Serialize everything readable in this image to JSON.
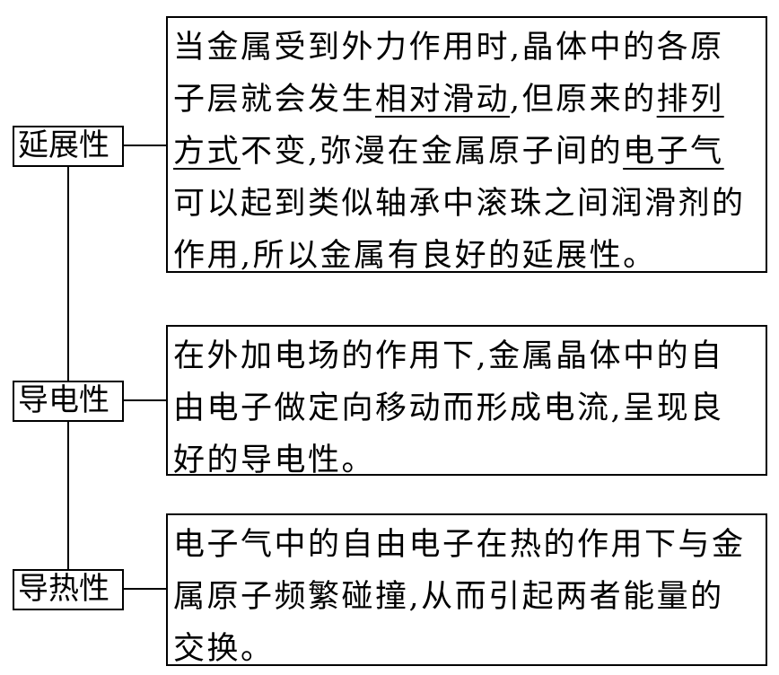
{
  "properties": [
    {
      "label": "延展性",
      "lines": [
        [
          {
            "t": "当金属受到外力作用时,晶体中的各原"
          }
        ],
        [
          {
            "t": "子层就会发生"
          },
          {
            "t": "相对滑动",
            "u": true
          },
          {
            "t": ",但原来的"
          },
          {
            "t": "排列",
            "u": true
          }
        ],
        [
          {
            "t": "方式",
            "u": true
          },
          {
            "t": "不变,弥漫在金属原子间的"
          },
          {
            "t": "电子气",
            "u": true
          }
        ],
        [
          {
            "t": "可以起到类似轴承中滚珠之间润滑剂的"
          }
        ],
        [
          {
            "t": "作用,所以金属有良好的延展性。"
          }
        ]
      ]
    },
    {
      "label": "导电性",
      "lines": [
        [
          {
            "t": "在外加电场的作用下,金属晶体中的自"
          }
        ],
        [
          {
            "t": "由电子做定向移动而形成电流,呈现良"
          }
        ],
        [
          {
            "t": "好的导电性。"
          }
        ]
      ]
    },
    {
      "label": "导热性",
      "lines": [
        [
          {
            "t": "电子气中的自由电子在热的作用下与金"
          }
        ],
        [
          {
            "t": "属原子频繁碰撞,从而引起两者能量的"
          }
        ],
        [
          {
            "t": "交换。"
          }
        ]
      ]
    }
  ]
}
